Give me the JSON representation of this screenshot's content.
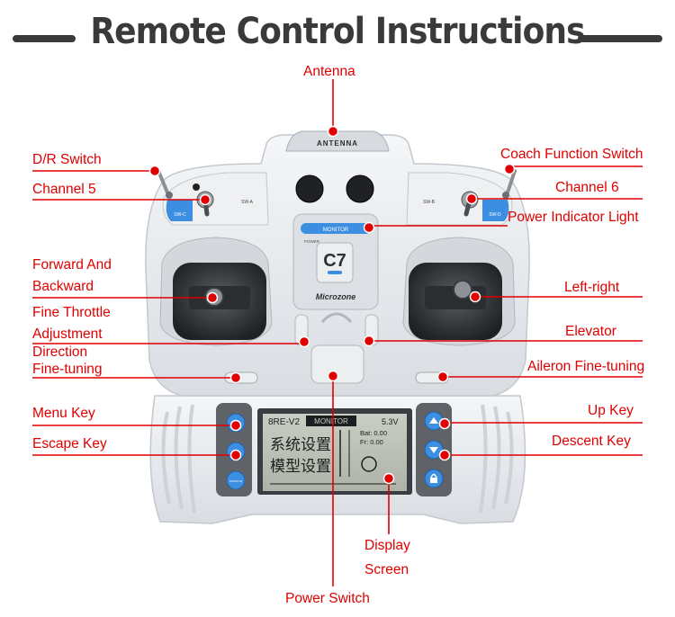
{
  "title": "Remote Control Instructions",
  "device": {
    "antenna_text": "ANTENNA",
    "sw_a": "SW-A",
    "sw_b": "SW-B",
    "sw_c": "SW-C",
    "sw_d": "SW-D",
    "monitor_label": "MONITOR",
    "power_text": "POWER",
    "model": "C7",
    "brand": "Microzone",
    "lcd_model_line": "8RE-V2",
    "lcd_monitor_tag": "MONITOR",
    "lcd_battery": "5.3V",
    "lcd_bat_row": "Bat:  0.00",
    "lcd_fr_row": "Fr:   0.00",
    "lcd_menu_1": "系统设置",
    "lcd_menu_2": "模型设置",
    "menu_btn": "MENU",
    "exit_btn": "EXIT",
    "monitor_btn": "MONITOR"
  },
  "labels": {
    "antenna": "Antenna",
    "dr_switch": "D/R Switch",
    "channel5": "Channel 5",
    "coach_switch": "Coach Function Switch",
    "channel6": "Channel 6",
    "power_indicator": "Power Indicator Light",
    "forward_backward_1": "Forward And",
    "forward_backward_2": "Backward",
    "left_right": "Left-right",
    "fine_throttle_1": "Fine Throttle",
    "fine_throttle_2": "Adjustment",
    "elevator": "Elevator",
    "direction_1": "Direction",
    "direction_2": "Fine-tuning",
    "aileron": "Aileron Fine-tuning",
    "menu_key": "Menu Key",
    "up_key": "Up Key",
    "escape_key": "Escape Key",
    "descent_key": "Descent Key",
    "display_1": "Display",
    "display_2": "Screen",
    "power_switch": "Power Switch"
  },
  "colors": {
    "label": "#e00000",
    "body": "#e9ecef",
    "accent": "#3c8fe0",
    "title": "#3a3a3a"
  }
}
